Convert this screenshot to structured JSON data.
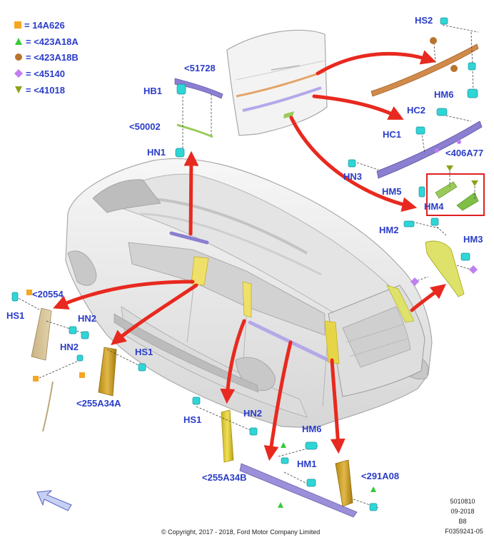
{
  "legend": [
    {
      "symbol": "square",
      "color": "#f5a623",
      "text": "= 14A626"
    },
    {
      "symbol": "triangle",
      "color": "#37c93a",
      "text": "= <423A18A"
    },
    {
      "symbol": "circle",
      "color": "#b8732c",
      "text": "= <423A18B"
    },
    {
      "symbol": "diamond",
      "color": "#c27ef0",
      "text": "= <45140"
    },
    {
      "symbol": "triangle-down",
      "color": "#8aa21a",
      "text": "= <41018"
    }
  ],
  "labels": {
    "hs2": "HS2",
    "p51728": "<51728",
    "hb1": "HB1",
    "hm6_top": "HM6",
    "hc2": "HC2",
    "p50002": "<50002",
    "hc1": "HC1",
    "hn1": "HN1",
    "p406a77": "<406A77",
    "hn3": "HN3",
    "hm5": "HM5",
    "hm4": "HM4",
    "hm2": "HM2",
    "hm3": "HM3",
    "p20554": "<20554",
    "hs1_left": "HS1",
    "hn2_a": "HN2",
    "hn2_b": "HN2",
    "hs1_mid": "HS1",
    "p255a34a": "<255A34A",
    "hs1_bottom": "HS1",
    "hn2_bottom": "HN2",
    "hm6_bottom": "HM6",
    "hm1": "HM1",
    "p255a34b": "<255A34B",
    "p291a08": "<291A08"
  },
  "meta": {
    "line1": "5010810",
    "line2": "09-2018",
    "line3": "B8",
    "line4": "F0359241-05"
  },
  "copyright": "© Copyright, 2017 - 2018, Ford Motor Company Limited",
  "colors": {
    "label": "#2a3cc8",
    "arrow": "#e8291f",
    "highlight_box": "#e02020",
    "clip": "#2fd6d6",
    "trim_orange": "#d08a4a",
    "trim_purple": "#8a7fd0",
    "trim_yellow": "#e2cf3a",
    "trim_green": "#9acb5a"
  }
}
